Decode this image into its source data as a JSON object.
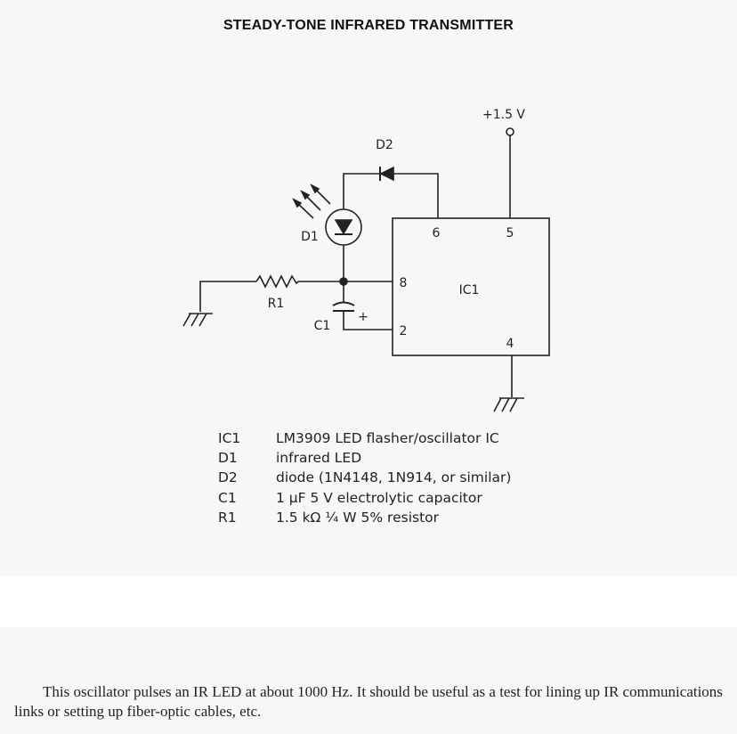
{
  "title": "STEADY-TONE INFRARED TRANSMITTER",
  "schematic": {
    "supply_label": "+1.5 V",
    "components": {
      "d1": "D1",
      "d2": "D2",
      "r1": "R1",
      "c1": "C1",
      "ic1": "IC1",
      "c1_polarity": "+"
    },
    "pins": {
      "p6": "6",
      "p5": "5",
      "p8": "8",
      "p2": "2",
      "p4": "4"
    }
  },
  "parts_list": [
    {
      "ref": "IC1",
      "description": "LM3909 LED flasher/oscillator IC"
    },
    {
      "ref": "D1",
      "description": "infrared LED"
    },
    {
      "ref": "D2",
      "description": "diode (1N4148, 1N914, or similar)"
    },
    {
      "ref": "C1",
      "description": "1 µF 5 V electrolytic capacitor"
    },
    {
      "ref": "R1",
      "description": "1.5 kΩ ¼ W 5% resistor"
    }
  ],
  "description": "This oscillator pulses an IR LED at about 1000 Hz. It should be useful as a test for lining up IR communications links or setting up fiber-optic cables, etc."
}
